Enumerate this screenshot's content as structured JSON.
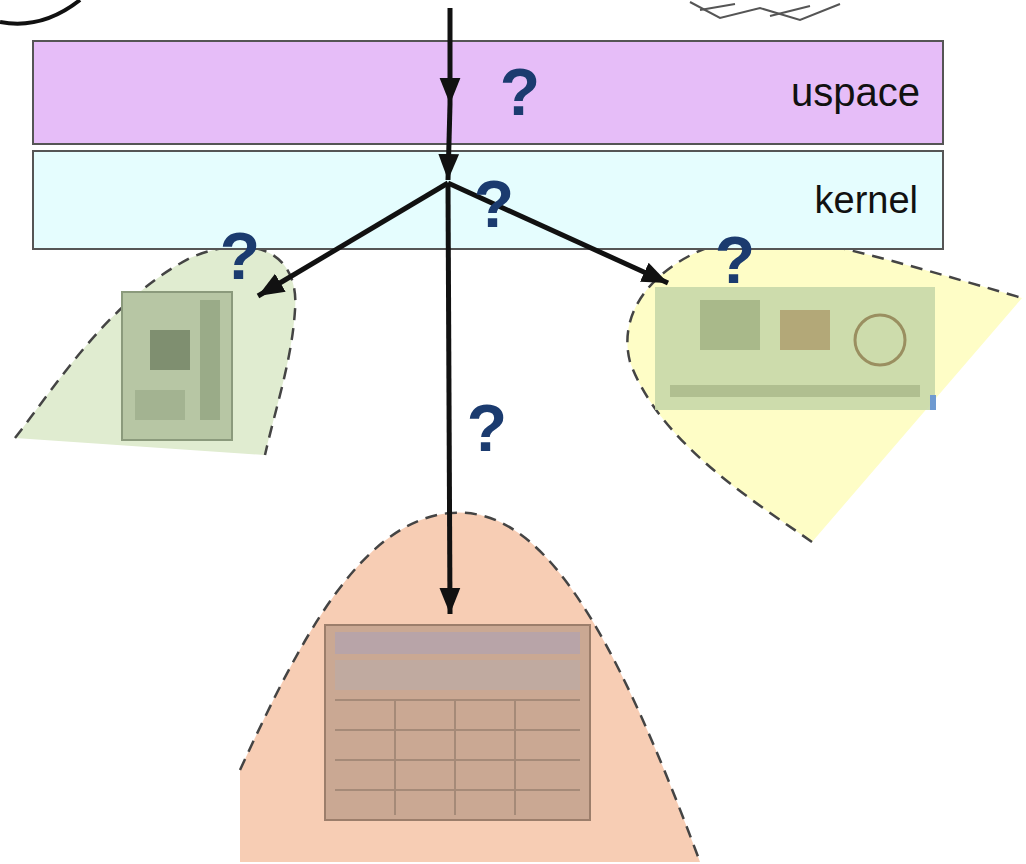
{
  "diagram": {
    "nodes": [
      {
        "text": [
          "uspace"
        ]
      },
      {
        "text": [
          "kernel"
        ]
      }
    ],
    "labels": [
      "?",
      "?",
      "?",
      "?",
      "?"
    ]
  }
}
